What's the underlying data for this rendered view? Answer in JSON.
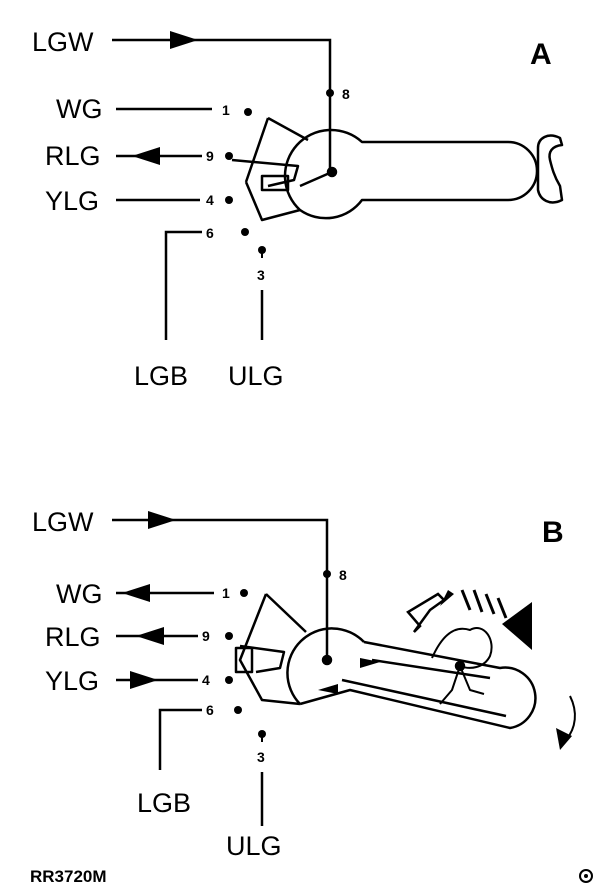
{
  "panel_a": {
    "label": "A",
    "wires": {
      "lgw": "LGW",
      "wg": "WG",
      "rlg": "RLG",
      "ylg": "YLG",
      "lgb": "LGB",
      "ulg": "ULG"
    },
    "pins": {
      "p8": "8",
      "p1": "1",
      "p9": "9",
      "p4": "4",
      "p6": "6",
      "p3": "3"
    }
  },
  "panel_b": {
    "label": "B",
    "wires": {
      "lgw": "LGW",
      "wg": "WG",
      "rlg": "RLG",
      "ylg": "YLG",
      "lgb": "LGB",
      "ulg": "ULG"
    },
    "pins": {
      "p8": "8",
      "p1": "1",
      "p9": "9",
      "p4": "4",
      "p6": "6",
      "p3": "3"
    }
  },
  "reference_code": "RR3720M"
}
